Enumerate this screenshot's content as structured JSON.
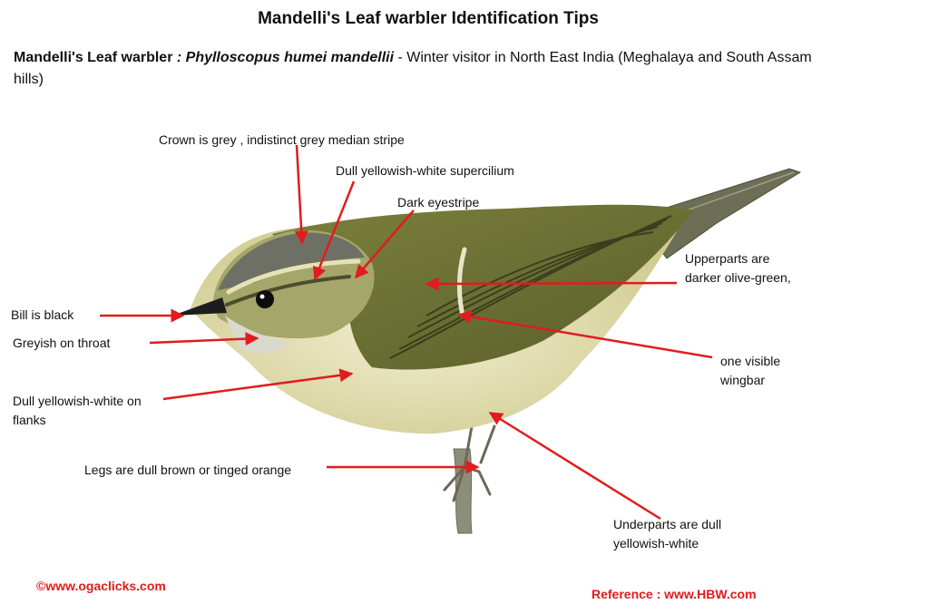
{
  "title": "Mandelli's Leaf warbler  Identification Tips",
  "subtitle": {
    "common_name": "Mandelli's Leaf warbler",
    "separator": " : ",
    "scientific_name": "Phylloscopus  humei mandellii",
    "rest": " - Winter visitor in North East India (Meghalaya and South Assam hills)"
  },
  "annotations": {
    "crown": "Crown is grey ,  indistinct grey median stripe",
    "supercilium": "Dull yellowish-white supercilium",
    "eyestripe": "Dark eyestripe",
    "upperparts_line1": "Upperparts are",
    "upperparts_line2": "darker olive-green,",
    "bill": "Bill is  black",
    "throat": "Greyish on throat",
    "wingbar_line1": "one visible",
    "wingbar_line2": "wingbar",
    "flanks_line1": "Dull yellowish-white on",
    "flanks_line2": "flanks",
    "legs": "Legs are dull brown or tinged orange",
    "underparts_line1": "Underparts are dull",
    "underparts_line2": "yellowish-white"
  },
  "credits": {
    "copyright": "©www.ogaclicks.com",
    "reference": "Reference : www.HBW.com"
  },
  "colors": {
    "arrow": "#e11c1c",
    "credit_text": "#e11c1c"
  }
}
